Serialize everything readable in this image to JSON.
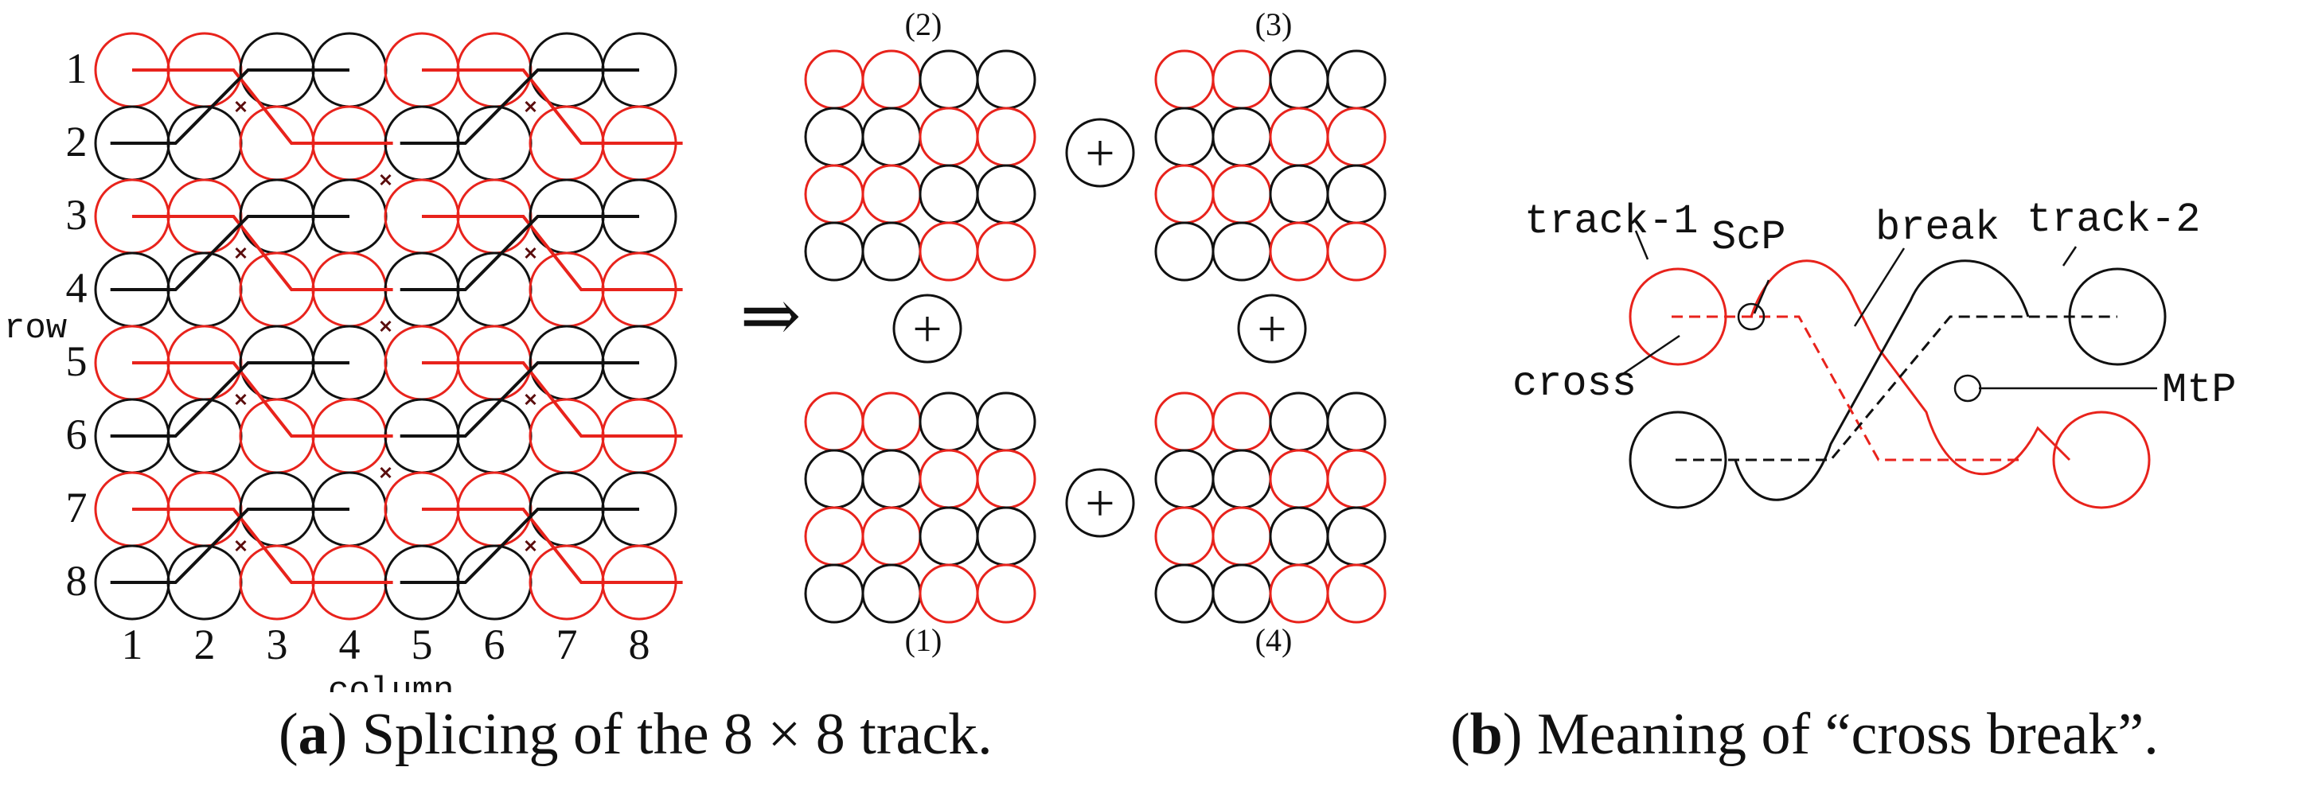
{
  "colors": {
    "red": "#e8231c",
    "black": "#111111"
  },
  "panel_a": {
    "row_axis_label": "row",
    "column_axis_label": "column",
    "row_numbers": [
      "1",
      "2",
      "3",
      "4",
      "5",
      "6",
      "7",
      "8"
    ],
    "column_numbers": [
      "1",
      "2",
      "3",
      "4",
      "5",
      "6",
      "7",
      "8"
    ],
    "arrow": "⇒",
    "plus": "+",
    "quadrant_labels": {
      "top_left": "(2)",
      "top_right": "(3)",
      "bottom_left": "(1)",
      "bottom_right": "(4)"
    }
  },
  "panel_b": {
    "track1": "track-1",
    "track2": "track-2",
    "scp": "ScP",
    "break": "break",
    "cross": "cross",
    "mtp": "MtP"
  },
  "captions": {
    "a_letter": "a",
    "a_text": " Splicing of the 8 × 8 track.",
    "b_letter": "b",
    "b_text": " Meaning of “cross break”."
  }
}
